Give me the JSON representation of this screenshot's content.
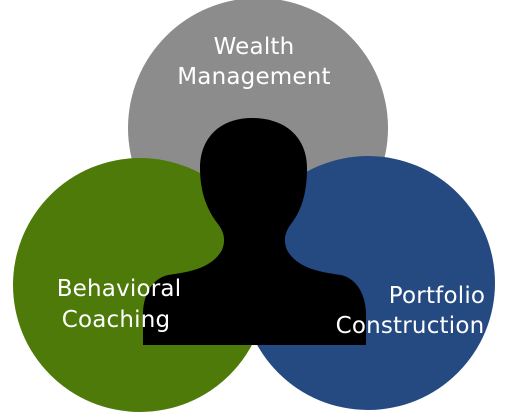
{
  "diagram": {
    "circles": {
      "wealth": {
        "label_line1": "Wealth",
        "label_line2": "Management",
        "color": "#8c8c8c"
      },
      "behavioral": {
        "label_line1": "Behavioral",
        "label_line2": "Coaching",
        "color": "#4e7a0a"
      },
      "portfolio": {
        "label_line1": "Portfolio",
        "label_line2": "Construction",
        "color": "#254a82"
      }
    },
    "center_icon": "person-silhouette-icon",
    "silhouette_color": "#000000",
    "background_color": "#ffffff"
  }
}
